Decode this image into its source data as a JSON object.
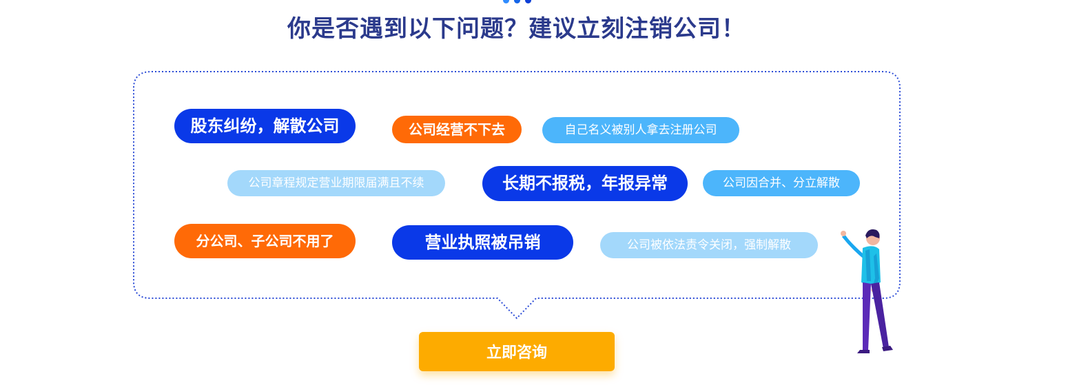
{
  "header": {
    "title": "你是否遇到以下问题？建议立刻注销公司！"
  },
  "tags": [
    {
      "label": "股东纠纷，解散公司"
    },
    {
      "label": "公司经营不下去"
    },
    {
      "label": "自己名义被别人拿去注册公司"
    },
    {
      "label": "公司章程规定营业期限届满且不续"
    },
    {
      "label": "长期不报税，年报异常"
    },
    {
      "label": "公司因合并、分立解散"
    },
    {
      "label": "分公司、子公司不用了"
    },
    {
      "label": "营业执照被吊销"
    },
    {
      "label": "公司被依法责令关闭，强制解散"
    }
  ],
  "cta": {
    "label": "立即咨询"
  },
  "colors": {
    "title": "#2b3a8c",
    "blue": "#0a39e8",
    "orange": "#ff6a07",
    "sky": "#4cb5fb",
    "lightsky": "#a3d8fb",
    "button": "#fdab00",
    "border": "#2b4bd6"
  },
  "icons": {
    "top-dots": "three-dots-icon",
    "illustration": "pointing-person-icon"
  }
}
